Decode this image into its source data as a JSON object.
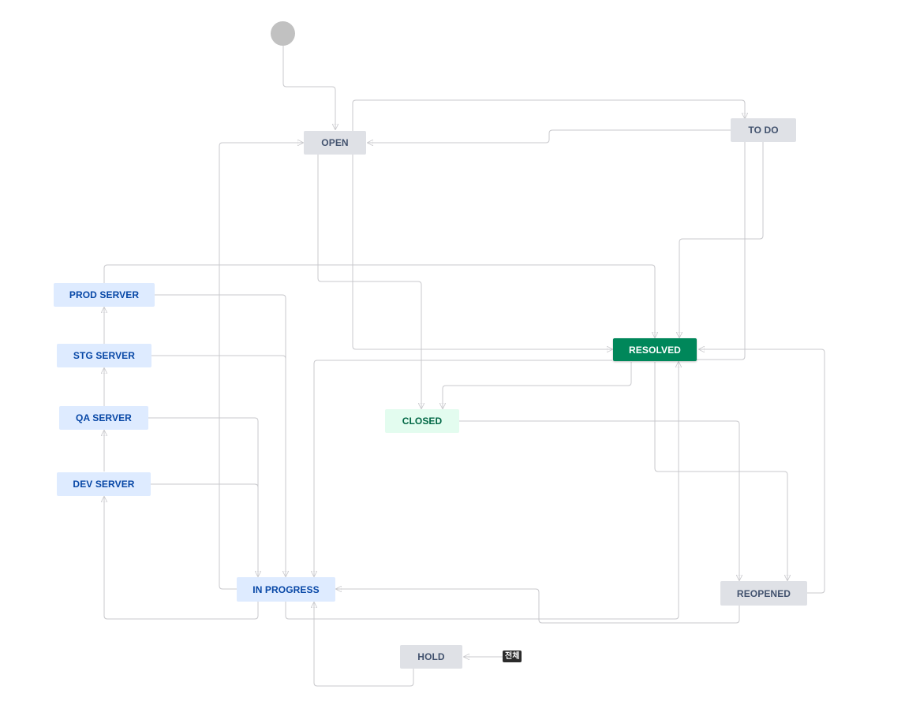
{
  "workflow": {
    "statuses": {
      "open": {
        "label": "OPEN",
        "category": "todo"
      },
      "todo": {
        "label": "TO DO",
        "category": "todo"
      },
      "prod_server": {
        "label": "PROD SERVER",
        "category": "progress"
      },
      "stg_server": {
        "label": "STG SERVER",
        "category": "progress"
      },
      "qa_server": {
        "label": "QA SERVER",
        "category": "progress"
      },
      "dev_server": {
        "label": "DEV SERVER",
        "category": "progress"
      },
      "resolved": {
        "label": "RESOLVED",
        "category": "done"
      },
      "closed": {
        "label": "CLOSED",
        "category": "done"
      },
      "in_progress": {
        "label": "IN PROGRESS",
        "category": "progress"
      },
      "reopened": {
        "label": "REOPENED",
        "category": "todo"
      },
      "hold": {
        "label": "HOLD",
        "category": "todo"
      }
    },
    "global_transition_label": "전체",
    "colors": {
      "todo_bg": "#dfe1e6",
      "todo_text": "#42526e",
      "progress_bg": "#deebff",
      "progress_text": "#0747a6",
      "done_bg": "#e3fcef",
      "done_text": "#006644",
      "resolved_bg": "#00875a",
      "connector": "#c8c8cc",
      "start_node": "#c1c1c1"
    }
  }
}
